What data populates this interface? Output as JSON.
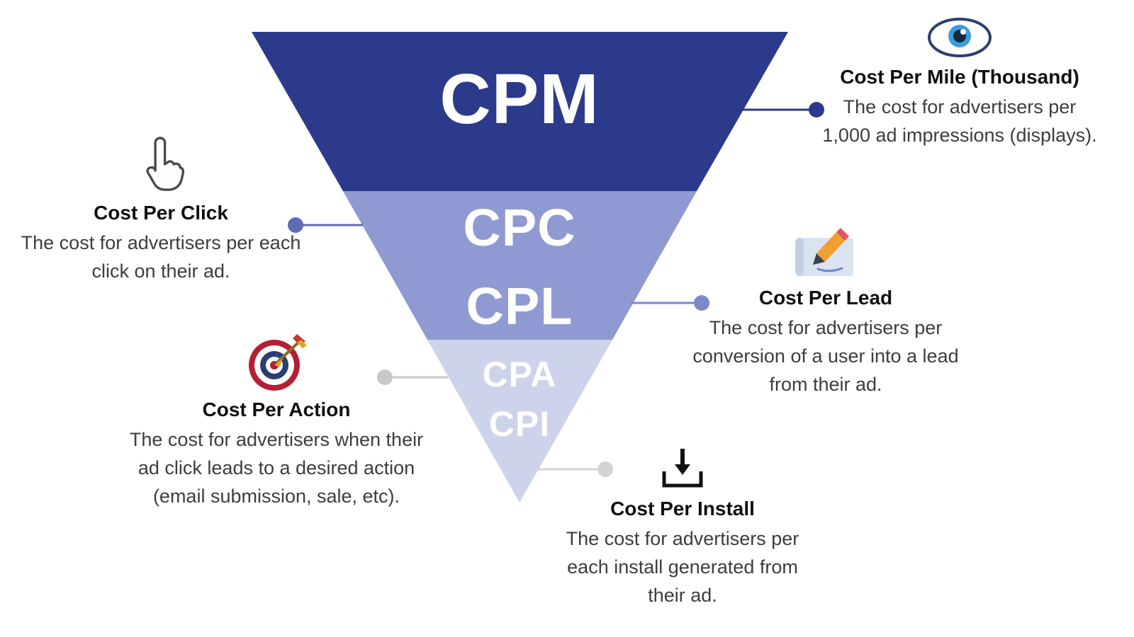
{
  "funnel": {
    "cpm": "CPM",
    "cpc": "CPC",
    "cpl": "CPL",
    "cpa": "CPA",
    "cpi": "CPI",
    "colors": {
      "top": "#2c3a8c",
      "middle": "#8e9ad1",
      "bottom": "#cdd3ea"
    }
  },
  "connector_colors": {
    "cpm": "#2c3a8c",
    "cpc": "#5f6cb5",
    "cpl": "#7d89c7",
    "cpa": "#c9c9c9",
    "cpi": "#d4d4d4"
  },
  "callouts": {
    "cpm": {
      "icon": "eye-icon",
      "title": "Cost Per Mile (Thousand)",
      "description": "The cost for advertisers per 1,000 ad impressions (displays)."
    },
    "cpc": {
      "icon": "tap-hand-icon",
      "title": "Cost Per Click",
      "description": "The cost for advertisers per each click on their ad."
    },
    "cpl": {
      "icon": "pencil-note-icon",
      "title": "Cost Per Lead",
      "description": "The cost for advertisers per conversion of a user into a lead from their ad."
    },
    "cpa": {
      "icon": "dartboard-icon",
      "title": "Cost Per Action",
      "description": "The cost for advertisers when their ad click leads to a desired action (email submission, sale, etc)."
    },
    "cpi": {
      "icon": "download-icon",
      "title": "Cost Per Install",
      "description": "The cost for advertisers per each install generated from their ad."
    }
  }
}
